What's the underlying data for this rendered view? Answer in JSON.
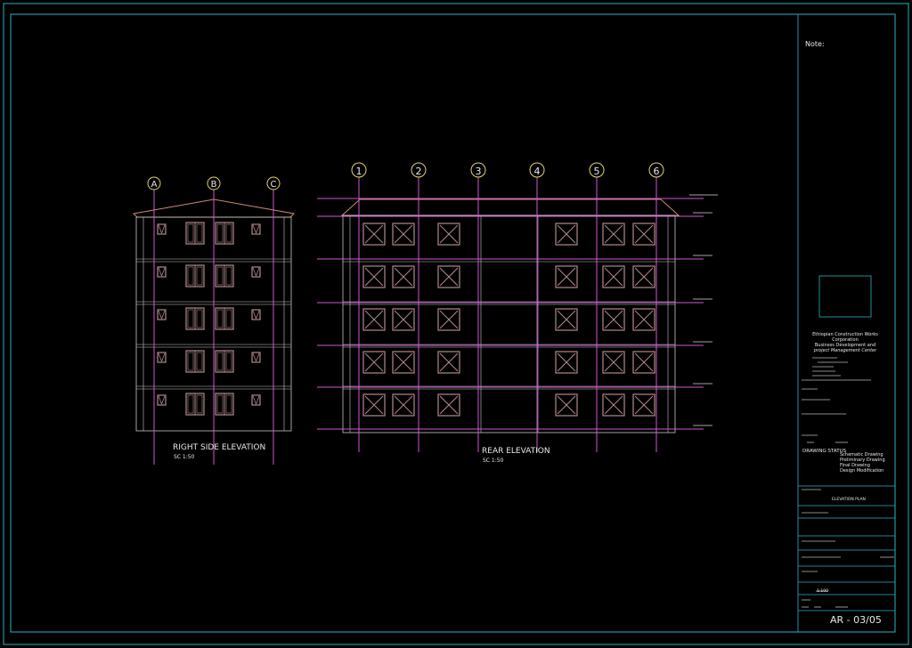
{
  "title_block": {
    "note": "Note:",
    "org_line1": "Ethiopian Construction Works",
    "org_line2": "Corporation",
    "org_line3": "Business Development and",
    "org_line4": "project Management Center",
    "drawing_status_label": "DRAWING STATUS",
    "status_items": [
      "Schematic Drawing",
      "Preliminary Drawing",
      "Final Drawing",
      "Design Modification"
    ],
    "drawing_name": "ELEVATION PLAN",
    "scale": "1:100",
    "sheet_number": "AR - 03/05"
  },
  "right_elevation": {
    "title": "RIGHT SIDE ELEVATION",
    "scale": "SC 1:50",
    "grid_labels": [
      "A",
      "B",
      "C"
    ]
  },
  "rear_elevation": {
    "title": "REAR ELEVATION",
    "scale": "SC 1:50",
    "grid_labels": [
      "1",
      "2",
      "3",
      "4",
      "5",
      "6"
    ]
  },
  "colors": {
    "border": "#27b4c4",
    "grid": "#d057d3",
    "building": "#c9c9c9",
    "window": "#b28a8a",
    "roof": "#c98b73",
    "text": "#e8e8e8",
    "bubble": "#e0d56a"
  }
}
